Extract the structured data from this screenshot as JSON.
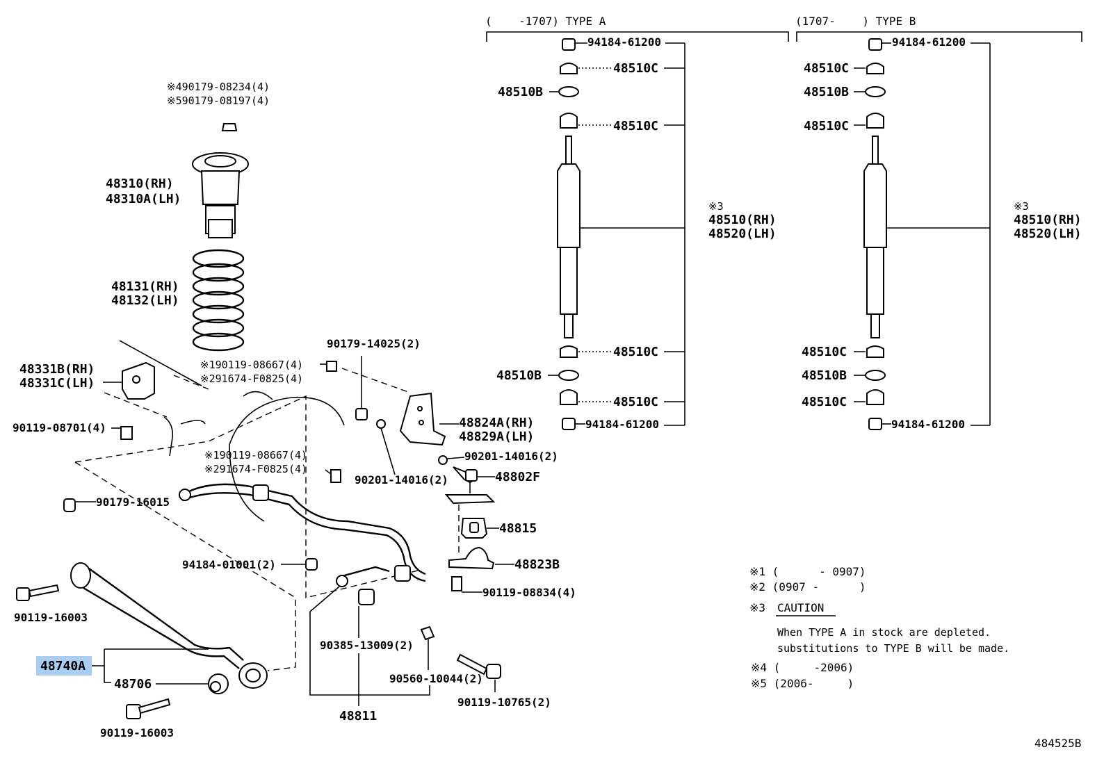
{
  "header": {
    "type_a": "(    -1707) TYPE A",
    "type_b": "(1707-    ) TYPE B"
  },
  "shock_a": {
    "nut_top": "94184-61200",
    "cushion_top": "48510C",
    "washer_top": "48510B",
    "cushion_top2": "48510C",
    "caution_mark": "※3",
    "absorber_rh": "48510(RH)",
    "absorber_lh": "48520(LH)",
    "cushion_bot": "48510C",
    "washer_bot": "48510B",
    "cushion_bot2": "48510C",
    "nut_bot": "94184-61200"
  },
  "shock_b": {
    "nut_top": "94184-61200",
    "cushion_top": "48510C",
    "washer_top": "48510B",
    "cushion_top2": "48510C",
    "caution_mark": "※3",
    "absorber_rh": "48510(RH)",
    "absorber_lh": "48520(LH)",
    "cushion_bot": "48510C",
    "washer_bot": "48510B",
    "cushion_bot2": "48510C",
    "nut_bot": "94184-61200"
  },
  "parts": {
    "p_90179_08234": "※490179-08234(4)",
    "p_90179_08197": "※590179-08197(4)",
    "p_48310_rh": "48310(RH)",
    "p_48310a_lh": "48310A(LH)",
    "p_48131_rh": "48131(RH)",
    "p_48132_lh": "48132(LH)",
    "p_48331b_rh": "48331B(RH)",
    "p_48331c_lh": "48331C(LH)",
    "p_90119_08701": "90119-08701(4)",
    "p_90179_14025": "90179-14025(2)",
    "p_90119_08667_a": "※190119-08667(4)",
    "p_91674_f0825_a": "※291674-F0825(4)",
    "p_48824a_rh": "48824A(RH)",
    "p_48829a_lh": "48829A(LH)",
    "p_90119_08667_b": "※190119-08667(4)",
    "p_91674_f0825_b": "※291674-F0825(4)",
    "p_90201_14016_a": "90201-14016(2)",
    "p_90201_14016_b": "90201-14016(2)",
    "p_48802f": "48802F",
    "p_90179_16015": "90179-16015",
    "p_48815": "48815",
    "p_48823b": "48823B",
    "p_94184_01001": "94184-01001(2)",
    "p_90119_08834": "90119-08834(4)",
    "p_90119_16003_a": "90119-16003",
    "p_90385_13009": "90385-13009(2)",
    "p_48740a": "48740A",
    "p_48706": "48706",
    "p_90560_10044": "90560-10044(2)",
    "p_90119_10765": "90119-10765(2)",
    "p_48811": "48811",
    "p_90119_16003_b": "90119-16003"
  },
  "notes": {
    "n1": "※1 (      - 0907)",
    "n2": "※2 (0907 -      )",
    "n3_mark": "※3",
    "n3_title": "CAUTION",
    "n3_line1": "When TYPE A in stock are depleted.",
    "n3_line2": "substitutions to TYPE B will be made.",
    "n4": "※4 (     -2006)",
    "n5": "※5 (2006-     )"
  },
  "figure_id": "484525B",
  "highlight_color": "#a9cdf0"
}
